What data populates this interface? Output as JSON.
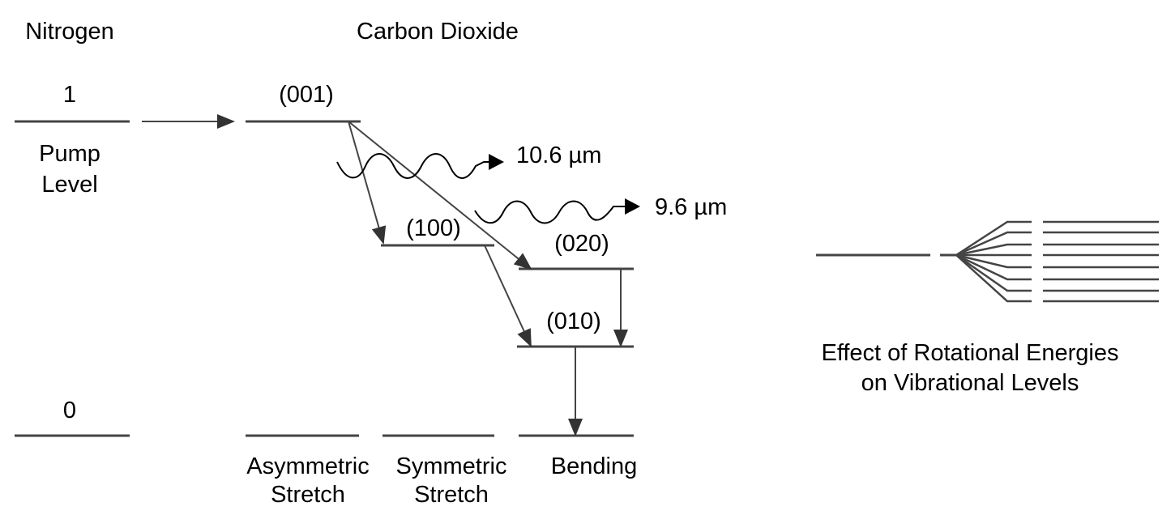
{
  "nitrogen": {
    "title": "Nitrogen",
    "upper_level": "1",
    "pump_line1": "Pump",
    "pump_line2": "Level",
    "ground_level": "0"
  },
  "co2": {
    "title": "Carbon Dioxide",
    "levels": {
      "l001": "(001)",
      "l100": "(100)",
      "l020": "(020)",
      "l010": "(010)"
    },
    "emissions": [
      "10.6 µm",
      "9.6 µm"
    ],
    "modes": {
      "asym_line1": "Asymmetric",
      "asym_line2": "Stretch",
      "sym_line1": "Symmetric",
      "sym_line2": "Stretch",
      "bending": "Bending"
    }
  },
  "rotational": {
    "caption_line1": "Effect of Rotational Energies",
    "caption_line2": "on Vibrational Levels"
  },
  "colors": {
    "line": "#444444",
    "text": "#000000"
  }
}
